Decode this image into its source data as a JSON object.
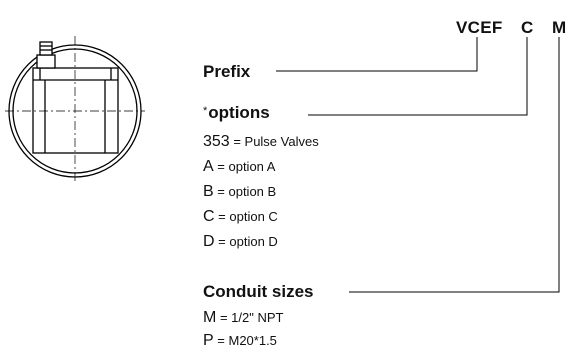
{
  "code": {
    "prefix": "VCEF",
    "option": "C",
    "conduit": "M"
  },
  "sections": {
    "prefix": {
      "title": "Prefix"
    },
    "options": {
      "marker": "*",
      "title": "options",
      "items": [
        {
          "code": "353",
          "text": " = Pulse Valves"
        },
        {
          "code": "A",
          "text": " = option A"
        },
        {
          "code": "B",
          "text": " = option B"
        },
        {
          "code": "C",
          "text": " = option C"
        },
        {
          "code": "D",
          "text": " = option D"
        }
      ]
    },
    "conduit": {
      "title": "Conduit sizes",
      "items": [
        {
          "code": "M",
          "text": " = 1/2\" NPT"
        },
        {
          "code": "P",
          "text": " = M20*1.5"
        }
      ]
    }
  }
}
